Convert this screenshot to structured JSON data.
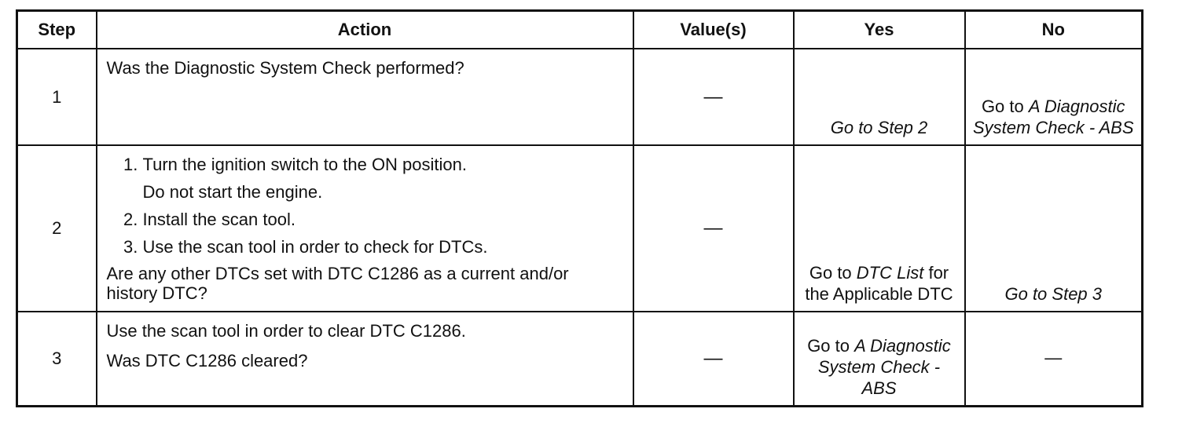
{
  "headers": {
    "step": "Step",
    "action": "Action",
    "values": "Value(s)",
    "yes": "Yes",
    "no": "No"
  },
  "rows": [
    {
      "step": "1",
      "action": "Was the Diagnostic System Check performed?",
      "values": "—",
      "yes": {
        "prefix": "",
        "italic": "Go to Step 2",
        "suffix": ""
      },
      "no": {
        "prefix": "Go to ",
        "italic": "A Diagnostic System Check - ABS",
        "suffix": ""
      }
    },
    {
      "step": "2",
      "substeps": [
        "Turn the ignition switch to the ON position.",
        "Install the scan tool.",
        "Use the scan tool in order to check for DTCs."
      ],
      "substep_note": "Do not start the engine.",
      "question": "Are any other DTCs set with DTC C1286 as a current and/or history DTC?",
      "values": "—",
      "yes": {
        "prefix": "Go to ",
        "italic": "DTC List",
        "suffix": " for the Applicable DTC"
      },
      "no": {
        "prefix": "",
        "italic": "Go to Step 3",
        "suffix": ""
      }
    },
    {
      "step": "3",
      "action_lines": [
        "Use the scan tool in order to clear DTC C1286.",
        "Was DTC C1286 cleared?"
      ],
      "values": "—",
      "yes": {
        "prefix": "Go to ",
        "italic": "A Diagnostic System Check - ABS",
        "suffix": ""
      },
      "no": "—"
    }
  ]
}
